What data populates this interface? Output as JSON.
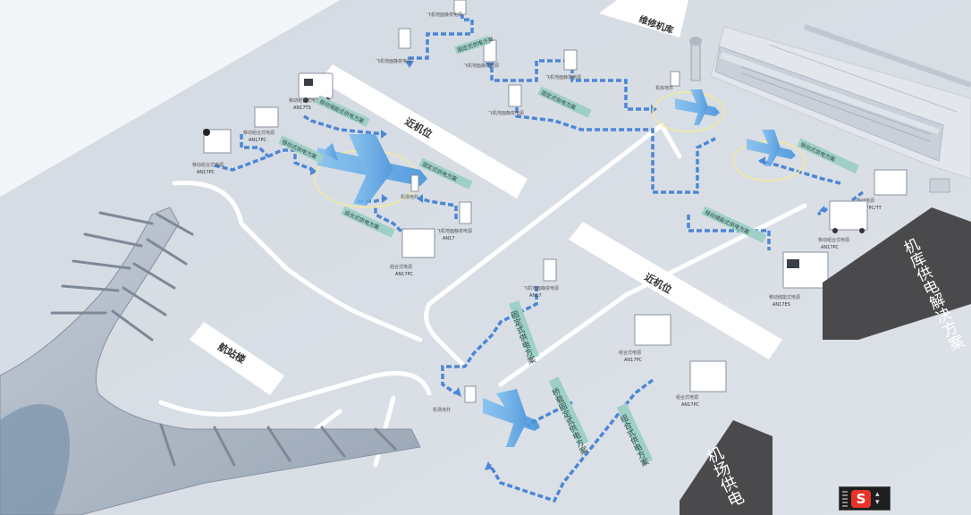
{
  "zones": {
    "hangar": "维修机库",
    "near_stand_top": "近机位",
    "near_stand_bottom": "近机位",
    "terminal": "航站楼"
  },
  "panels": {
    "hangar_solution": "机库供电解决方案",
    "airport_solution": "机场供电"
  },
  "equipment": {
    "hangar_top_1": "飞机地面静变电源",
    "hangar_top_2": "飞机地面静变电源",
    "hangar_top_3": "飞机地面静变电源",
    "hangar_top_4": "飞机地面静变电源",
    "hangar_top_5": "飞机地面静变电源",
    "pit_label_hangar": "机库地井",
    "tug_model_1": "AN17TS",
    "tug_label_1": "移动组合式电源",
    "cart_model_2": "AN17PC",
    "cart_label_2": "移动组合式电源",
    "cart_model_3": "AN17PC",
    "cart_label_3": "移动组合式电源",
    "pit_label_top": "机场地井",
    "static_model_top": "AN17",
    "static_label_top": "飞机地面静变电源",
    "combo_model_top": "AN17PC",
    "combo_label_top": "组合式电源",
    "static_model_mid": "AN17",
    "static_label_mid": "飞机地面静变电源",
    "combo_model_mid_1": "AN17PC",
    "combo_label_mid_1": "组合式电源",
    "combo_model_mid_2": "AN17PC",
    "combo_label_mid_2": "组合式电源",
    "pit_label_bottom": "机场地井",
    "right_model_1": "AN17PC/TT",
    "right_label_1": "移动电源",
    "right_model_2": "AN17PC",
    "right_label_2": "移动组合式电源",
    "right_model_3": "AN17ES",
    "right_label_3": "移动储能式电源"
  },
  "tags": {
    "tag_tl_1": "移动储能式供电方案",
    "tag_tl_2": "移动式供电方案",
    "tag_tl_3": "固定式供电方案",
    "tag_tl_4": "组合式供电方案",
    "tag_hangar_1": "固定式供电方案",
    "tag_hangar_2": "固定式供电方案",
    "tag_right_1": "移动式供电方案",
    "tag_right_2": "移动储能式供电方案",
    "tag_mid_v1": "固定式供电方案",
    "tag_mid_v2": "桥载固定式供电方案",
    "tag_mid_v3": "组合式供电方案"
  },
  "taskbar": {
    "logo": "S"
  },
  "colors": {
    "route": "#4d86d6",
    "panel": "#4a4a4c",
    "tag": "#9fd0c6",
    "plane": "#5aa6e8"
  }
}
